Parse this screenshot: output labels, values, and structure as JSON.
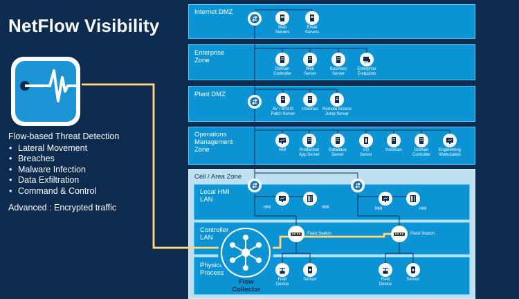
{
  "title": "NetFlow Visibility",
  "features": {
    "heading": "Flow-based Threat Detection",
    "items": [
      "Lateral Movement",
      "Breaches",
      "Malware Infection",
      "Data Exfiltration",
      "Command & Control"
    ],
    "advanced": "Advanced : Encrypted traffic"
  },
  "zones": {
    "internet_dmz": "Internet DMZ",
    "enterprise": "Enterprise Zone",
    "plant_dmz": "Plant DMZ",
    "operations": "Operations Management Zone",
    "cell": "Cell / Area Zone",
    "local_hmi": "Local HMI LAN",
    "controller": "Controller LAN",
    "physical": "Physical Process"
  },
  "devices": {
    "web_servers": "Web Servers",
    "email_servers": "Email Servers",
    "domain_controller": "Domain Controller",
    "web_server": "Web Server",
    "business_server": "Business Server",
    "enterprise_endpoints": "Enterprise Endpoints",
    "av_wsus": "AV / WSUS Patch Server",
    "historian": "Historian",
    "remote_access": "Remote Access Jump Server",
    "hmi": "HMI",
    "production_app": "Production App Server",
    "database": "Database Server",
    "io_server": "I/O Server",
    "ops_historian": "Historian",
    "ops_domain": "Domain Controller",
    "engineering": "Engineering Workstation",
    "field_switch": "Field Switch",
    "field_device": "Field Device",
    "sensor": "Sensor"
  },
  "collector": "Flow Collector",
  "colors": {
    "background": "#0d2a4f",
    "zone": "#0c93d4",
    "cell": "#bee0f2",
    "flow_line": "#f4c24b"
  },
  "icons": [
    "netflow-pulse-icon",
    "router-icon",
    "server-icon",
    "monitor-icon",
    "switch-icon",
    "hub-icon"
  ]
}
